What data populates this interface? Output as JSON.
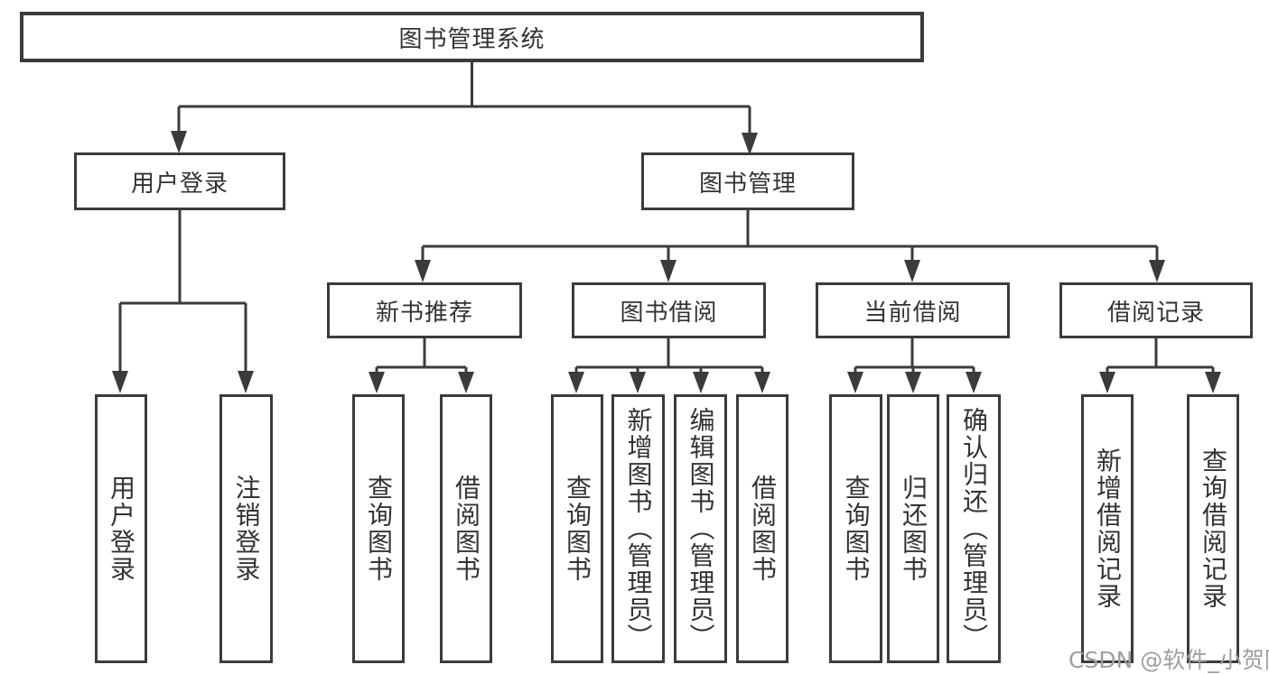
{
  "diagram": {
    "nodes": {
      "root": {
        "label": "图书管理系统"
      },
      "user_login": {
        "label": "用户登录"
      },
      "book_management": {
        "label": "图书管理"
      },
      "new_book_recommend": {
        "label": "新书推荐"
      },
      "book_borrow": {
        "label": "图书借阅"
      },
      "current_borrow": {
        "label": "当前借阅"
      },
      "borrow_record": {
        "label": "借阅记录"
      }
    },
    "leaves": {
      "user_login_children": [
        {
          "label": "用户登录"
        },
        {
          "label": "注销登录"
        }
      ],
      "new_book_children": [
        {
          "label": "查询图书"
        },
        {
          "label": "借阅图书"
        }
      ],
      "book_borrow_children": [
        {
          "label": "查询图书"
        },
        {
          "label": "新增图书（管理员）"
        },
        {
          "label": "编辑图书（管理员）"
        },
        {
          "label": "借阅图书"
        }
      ],
      "current_borrow_children": [
        {
          "label": "查询图书"
        },
        {
          "label": "归还图书"
        },
        {
          "label": "确认归还（管理员）"
        }
      ],
      "borrow_record_children": [
        {
          "label": "新增借阅记录"
        },
        {
          "label": "查询借阅记录"
        }
      ]
    },
    "watermark": "CSDN @软件_小贺同学",
    "colors": {
      "line": "#3b3b3b",
      "text": "#333333",
      "watermark": "#9aa0a6",
      "background": "#ffffff"
    }
  }
}
